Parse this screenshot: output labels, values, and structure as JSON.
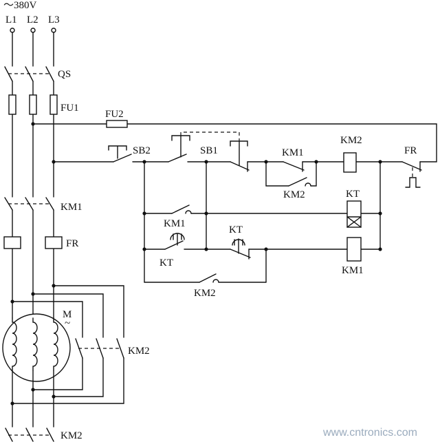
{
  "supply": {
    "voltage": "～380V",
    "phase_labels": [
      "L1",
      "L2",
      "L3"
    ]
  },
  "power_circuit": {
    "qs": "QS",
    "fu1": "FU1",
    "km1": "KM1",
    "fr": "FR",
    "km2_delta": "KM2",
    "km2_star": "KM2",
    "motor_label": "M",
    "motor_ac": "~"
  },
  "control_circuit": {
    "fu2": "FU2",
    "sb2": "SB2",
    "sb1": "SB1",
    "km1_interlock": "KM1",
    "km2_coil": "KM2",
    "fr_contact": "FR",
    "km2_branch": "KM2",
    "kt_coil": "KT",
    "km1_aux": "KM1",
    "kt_contact_left": "KT",
    "kt_contact_mid": "KT",
    "km1_coil": "KM1",
    "km2_aux": "KM2"
  },
  "watermark": "www.cntronics.com"
}
